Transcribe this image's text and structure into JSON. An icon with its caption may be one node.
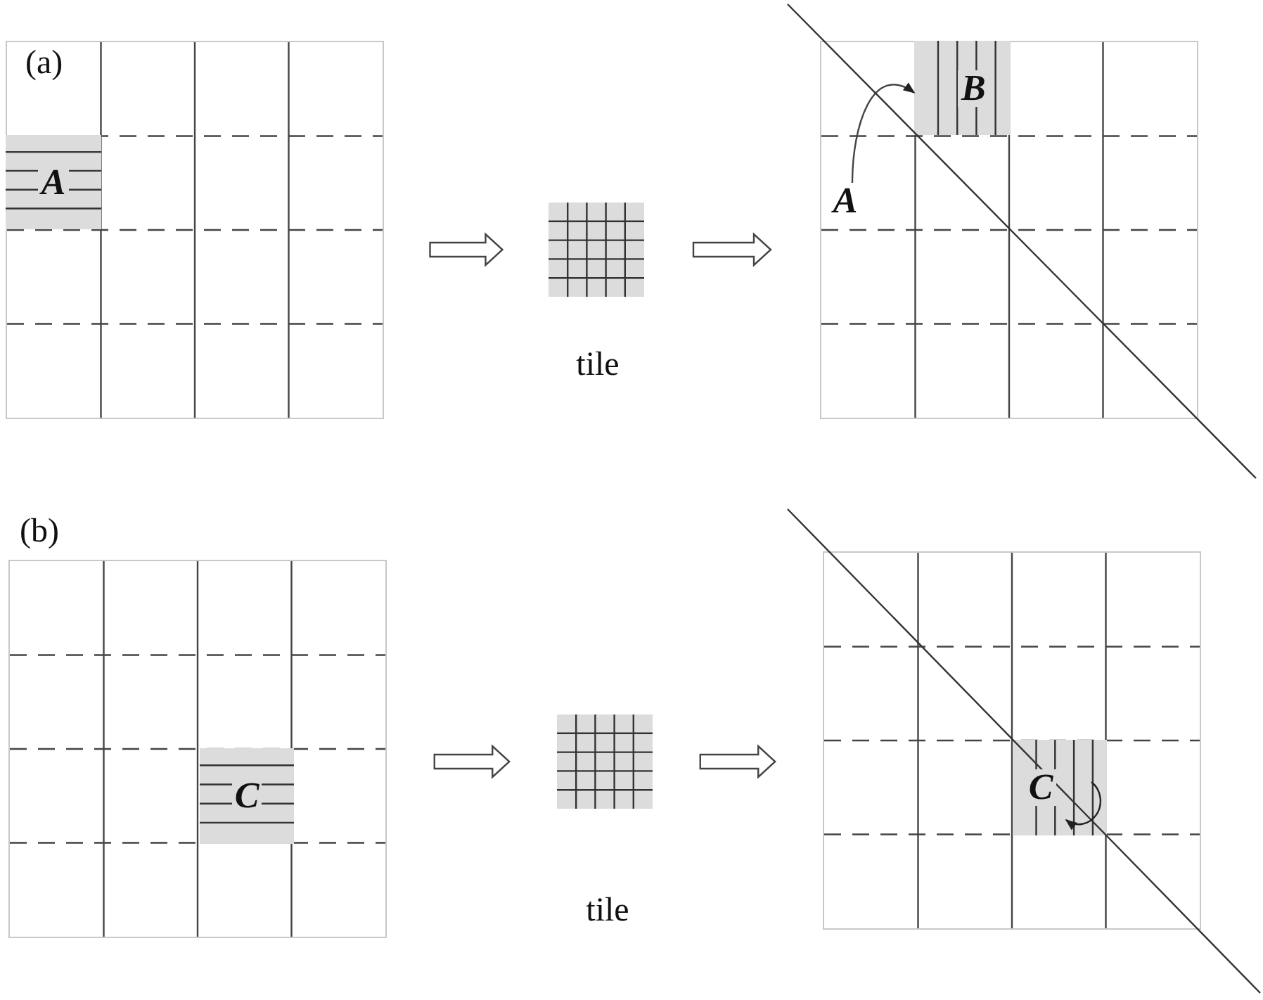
{
  "diagram": {
    "nodes": [
      {
        "text": [],
        "shape": "box"
      },
      {
        "text": [
          "A"
        ],
        "in": 0
      },
      {
        "text": [],
        "shape": "box",
        "beside": [
          "tile"
        ]
      },
      {
        "text": [],
        "shape": "box"
      },
      {
        "text": [
          "A"
        ],
        "in": 3
      },
      {
        "text": [
          "B"
        ],
        "in": 3
      },
      {
        "text": [],
        "shape": "box"
      },
      {
        "text": [
          "C"
        ],
        "in": 6
      },
      {
        "text": [],
        "shape": "box",
        "beside": [
          "tile"
        ]
      },
      {
        "text": [],
        "shape": "box"
      },
      {
        "text": [
          "C"
        ],
        "in": 9
      }
    ],
    "edges": [
      {
        "from": 0,
        "to": 2,
        "arrow": "to"
      },
      {
        "from": 2,
        "to": 3,
        "arrow": "to"
      },
      {
        "from": 4,
        "to": 5,
        "arrow": "to"
      },
      {
        "from": 6,
        "to": 8,
        "arrow": "to"
      },
      {
        "from": 8,
        "to": 9,
        "arrow": "to"
      }
    ],
    "labels": [
      "(a)",
      "(b)"
    ]
  }
}
